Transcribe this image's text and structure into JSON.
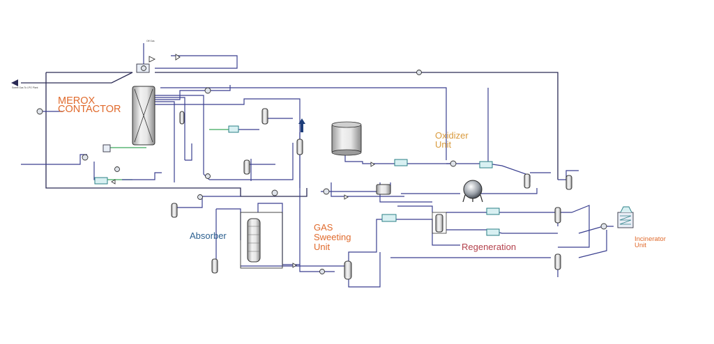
{
  "diagram": {
    "units": {
      "merox_line1": "MEROX",
      "merox_line2": "CONTACTOR",
      "oxidizer_line1": "Oxidizer",
      "oxidizer_line2": "Unit",
      "absorber": "Absorber",
      "gas_line1": "GAS",
      "gas_line2": "Sweeting",
      "gas_line3": "Unit",
      "regeneration": "Regeneration",
      "incinerator_line1": "Incinerator",
      "incinerator_line2": "Unit"
    },
    "colors": {
      "merox": "#e06a2c",
      "oxidizer": "#d99a3c",
      "absorber": "#2b5f8f",
      "gas_sweeting": "#e06a2c",
      "regeneration": "#b3404b",
      "incinerator": "#e06a2c",
      "stream": "#3a3f8f",
      "green_stream": "#3aa85a",
      "exchanger": "#2a7f86"
    },
    "stream_tags": {
      "product_outlet": "Sweet Gas To LPG Plant",
      "top_vent": "Off Gas"
    }
  }
}
